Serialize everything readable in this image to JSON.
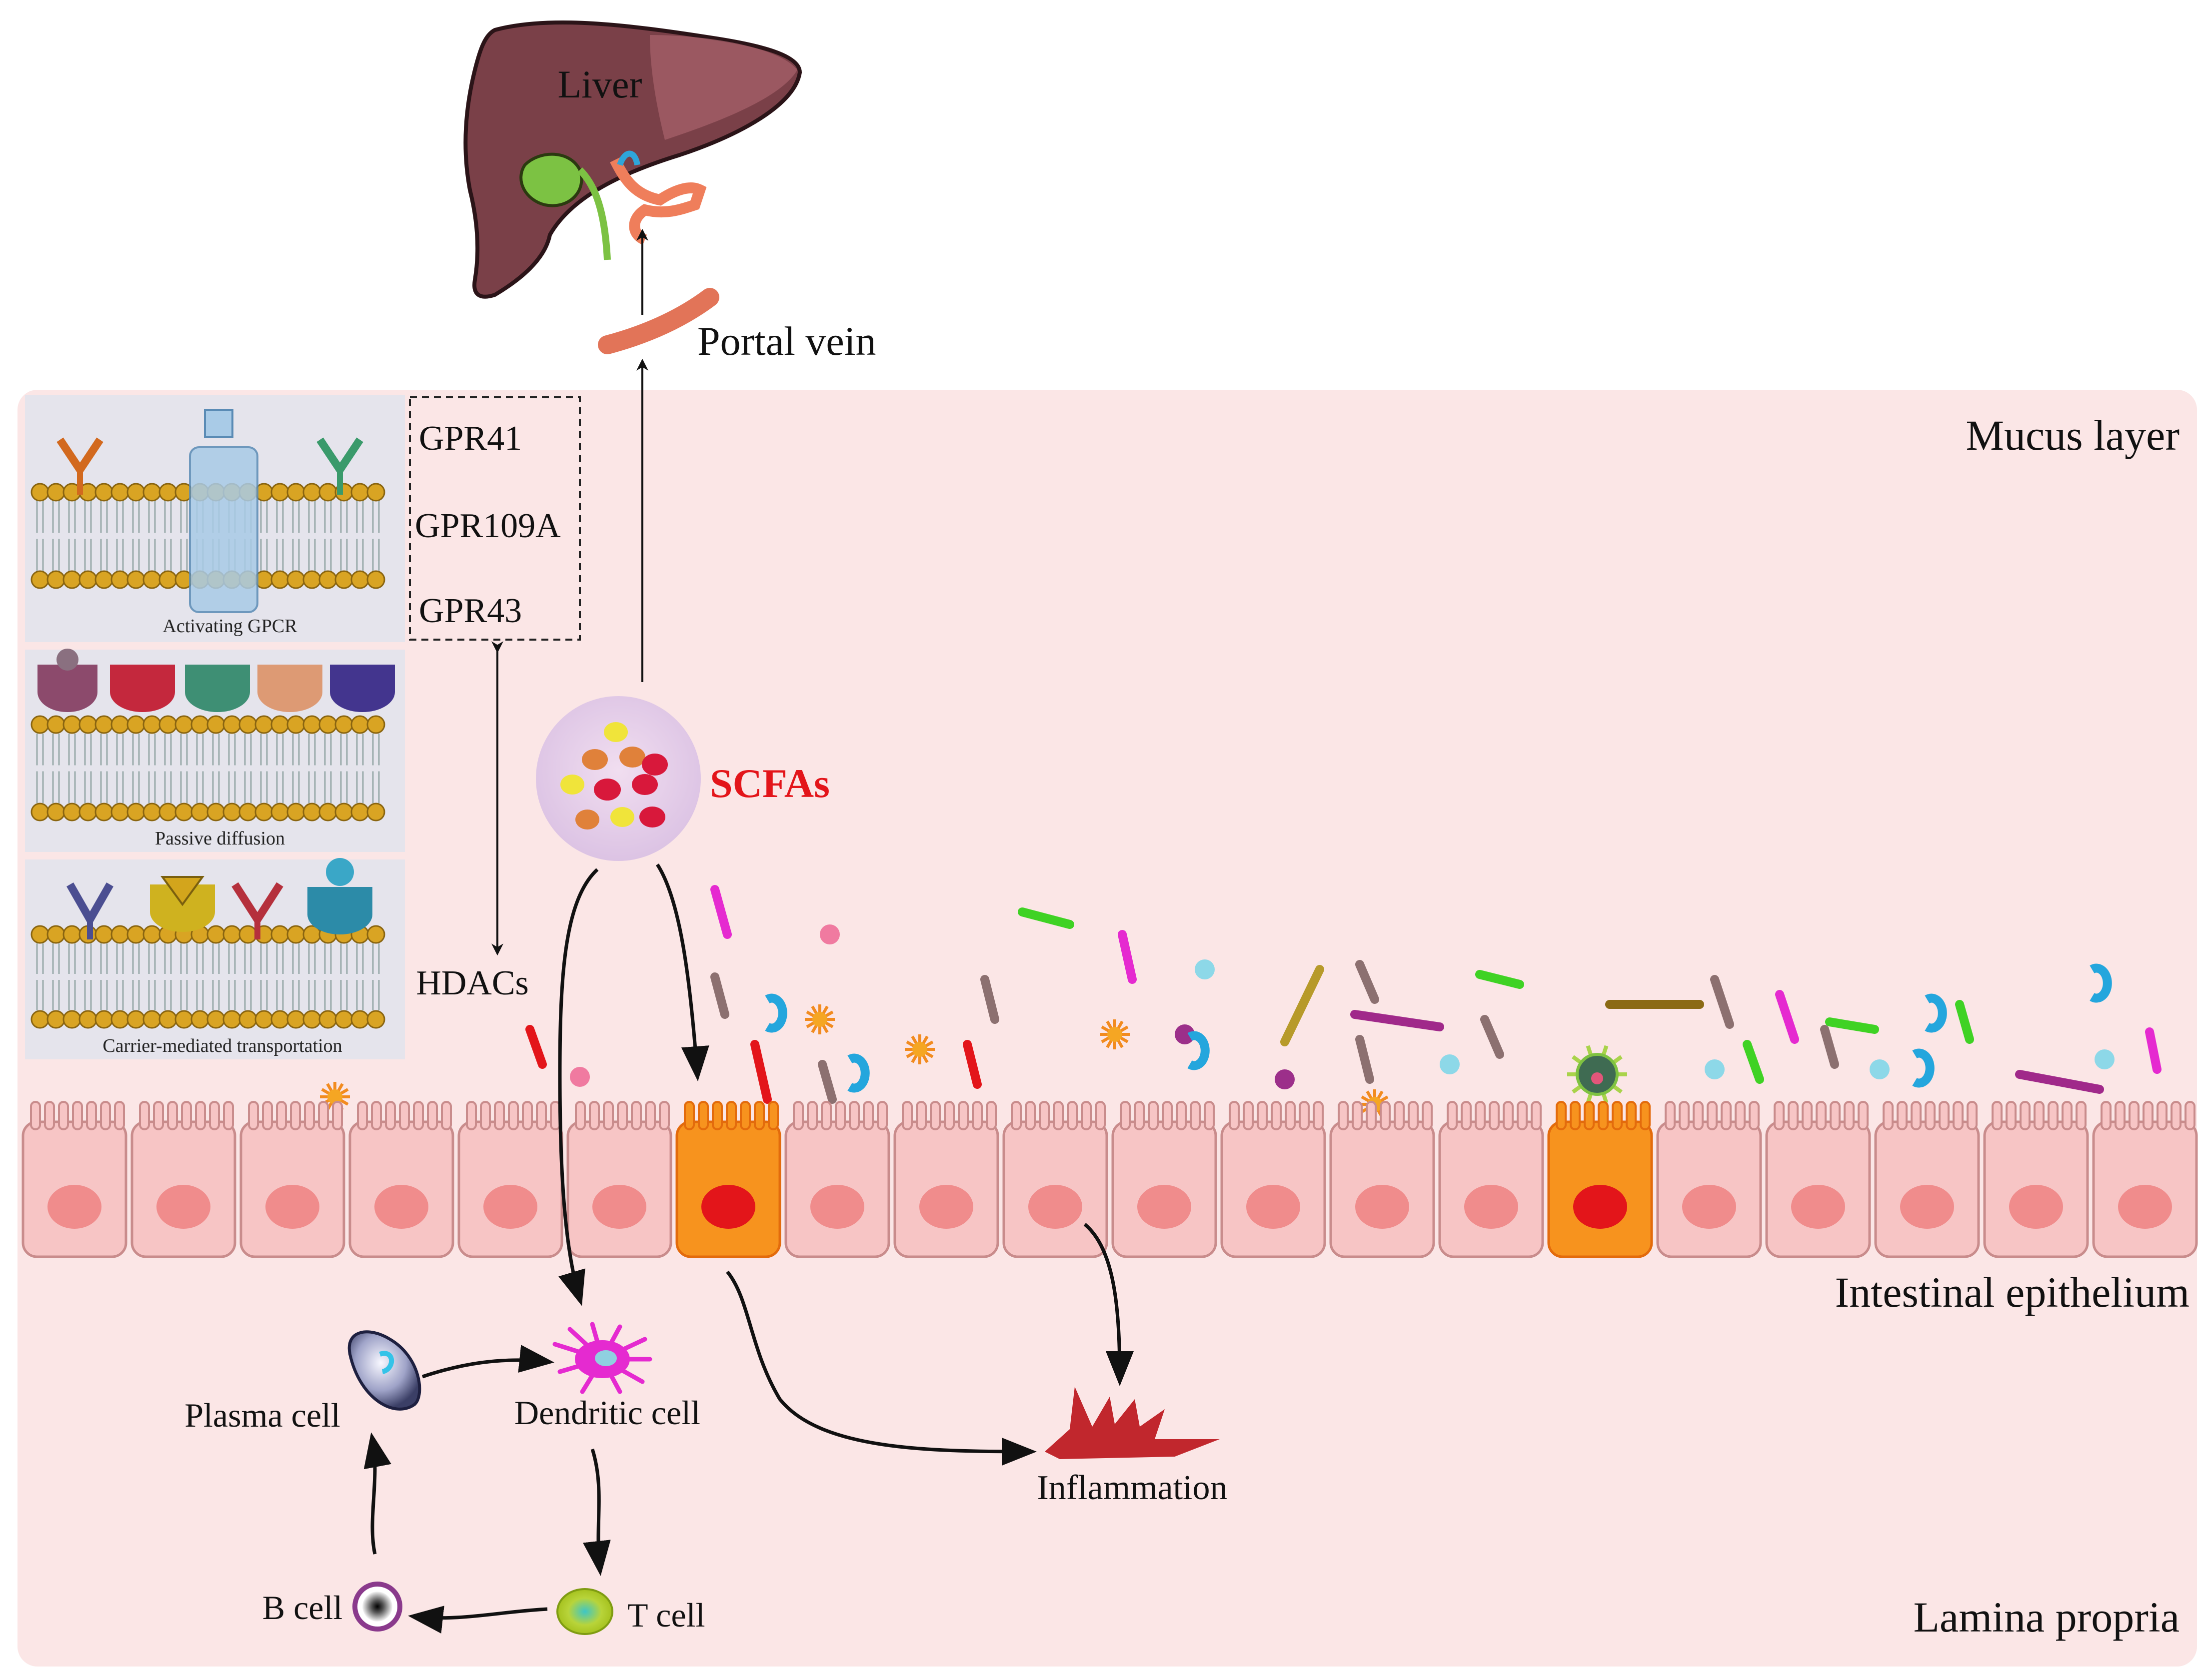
{
  "labels": {
    "liver": "Liver",
    "portal_vein": "Portal vein",
    "mucus_layer": "Mucus layer",
    "intestinal_epithelium": "Intestinal epithelium",
    "lamina_propria": "Lamina propria",
    "scfas": "SCFAs",
    "hdacs": "HDACs",
    "inflammation": "Inflammation"
  },
  "receptors": [
    "GPR41",
    "GPR109A",
    "GPR43"
  ],
  "panels": {
    "gpcr": "Activating GPCR",
    "passive": "Passive diffusion",
    "carrier": "Carrier-mediated transportation"
  },
  "immune_cells": {
    "plasma": "Plasma cell",
    "dendritic": "Dendritic cell",
    "b_cell": "B cell",
    "t_cell": "T cell"
  },
  "colors": {
    "background_region": "#fbe6e6",
    "cell_fill": "#f7c5c5",
    "cell_nucleus": "#f08c8c",
    "enteroendocrine_cell": "#f7931e",
    "scfas_label": "#e3151a",
    "liver": "#7a4048",
    "inflammation": "#c1272d"
  }
}
